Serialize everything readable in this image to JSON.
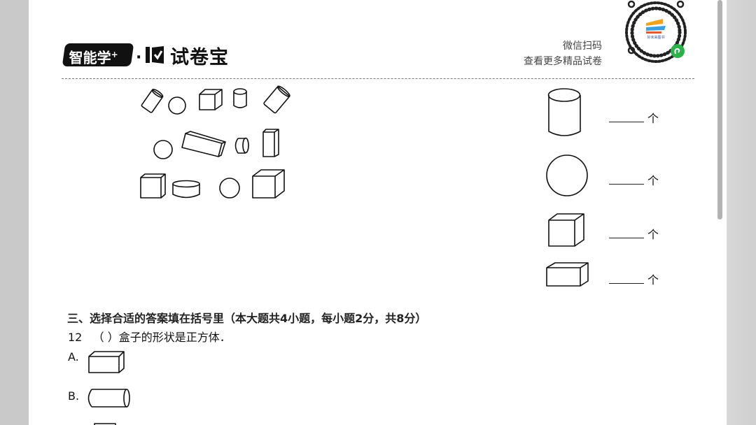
{
  "header": {
    "brand_badge": "智能学",
    "brand_badge_sup": "+",
    "separator": "·",
    "brand_name": "试卷宝",
    "scan_line1": "微信扫码",
    "scan_line2": "查看更多精品试卷",
    "qr_logo_text": "好未来图书"
  },
  "counting": {
    "unit": "个",
    "rows": [
      {
        "shape": "cylinder",
        "answer": ""
      },
      {
        "shape": "sphere",
        "answer": ""
      },
      {
        "shape": "cube",
        "answer": ""
      },
      {
        "shape": "cuboid",
        "answer": ""
      }
    ]
  },
  "section3": {
    "heading": "三、选择合适的答案填在括号里（本大题共4小题，每小题2分，共8分）",
    "question_number": "12",
    "question_text": "（   ）盒子的形状是正方体．",
    "options": [
      {
        "label": "A.",
        "shape": "cuboid"
      },
      {
        "label": "B.",
        "shape": "cylinder"
      }
    ]
  },
  "colors": {
    "qr_accent_orange": "#f4a21e",
    "qr_accent_blue": "#3aa0e0",
    "miniprogram_green": "#2bb34a"
  }
}
